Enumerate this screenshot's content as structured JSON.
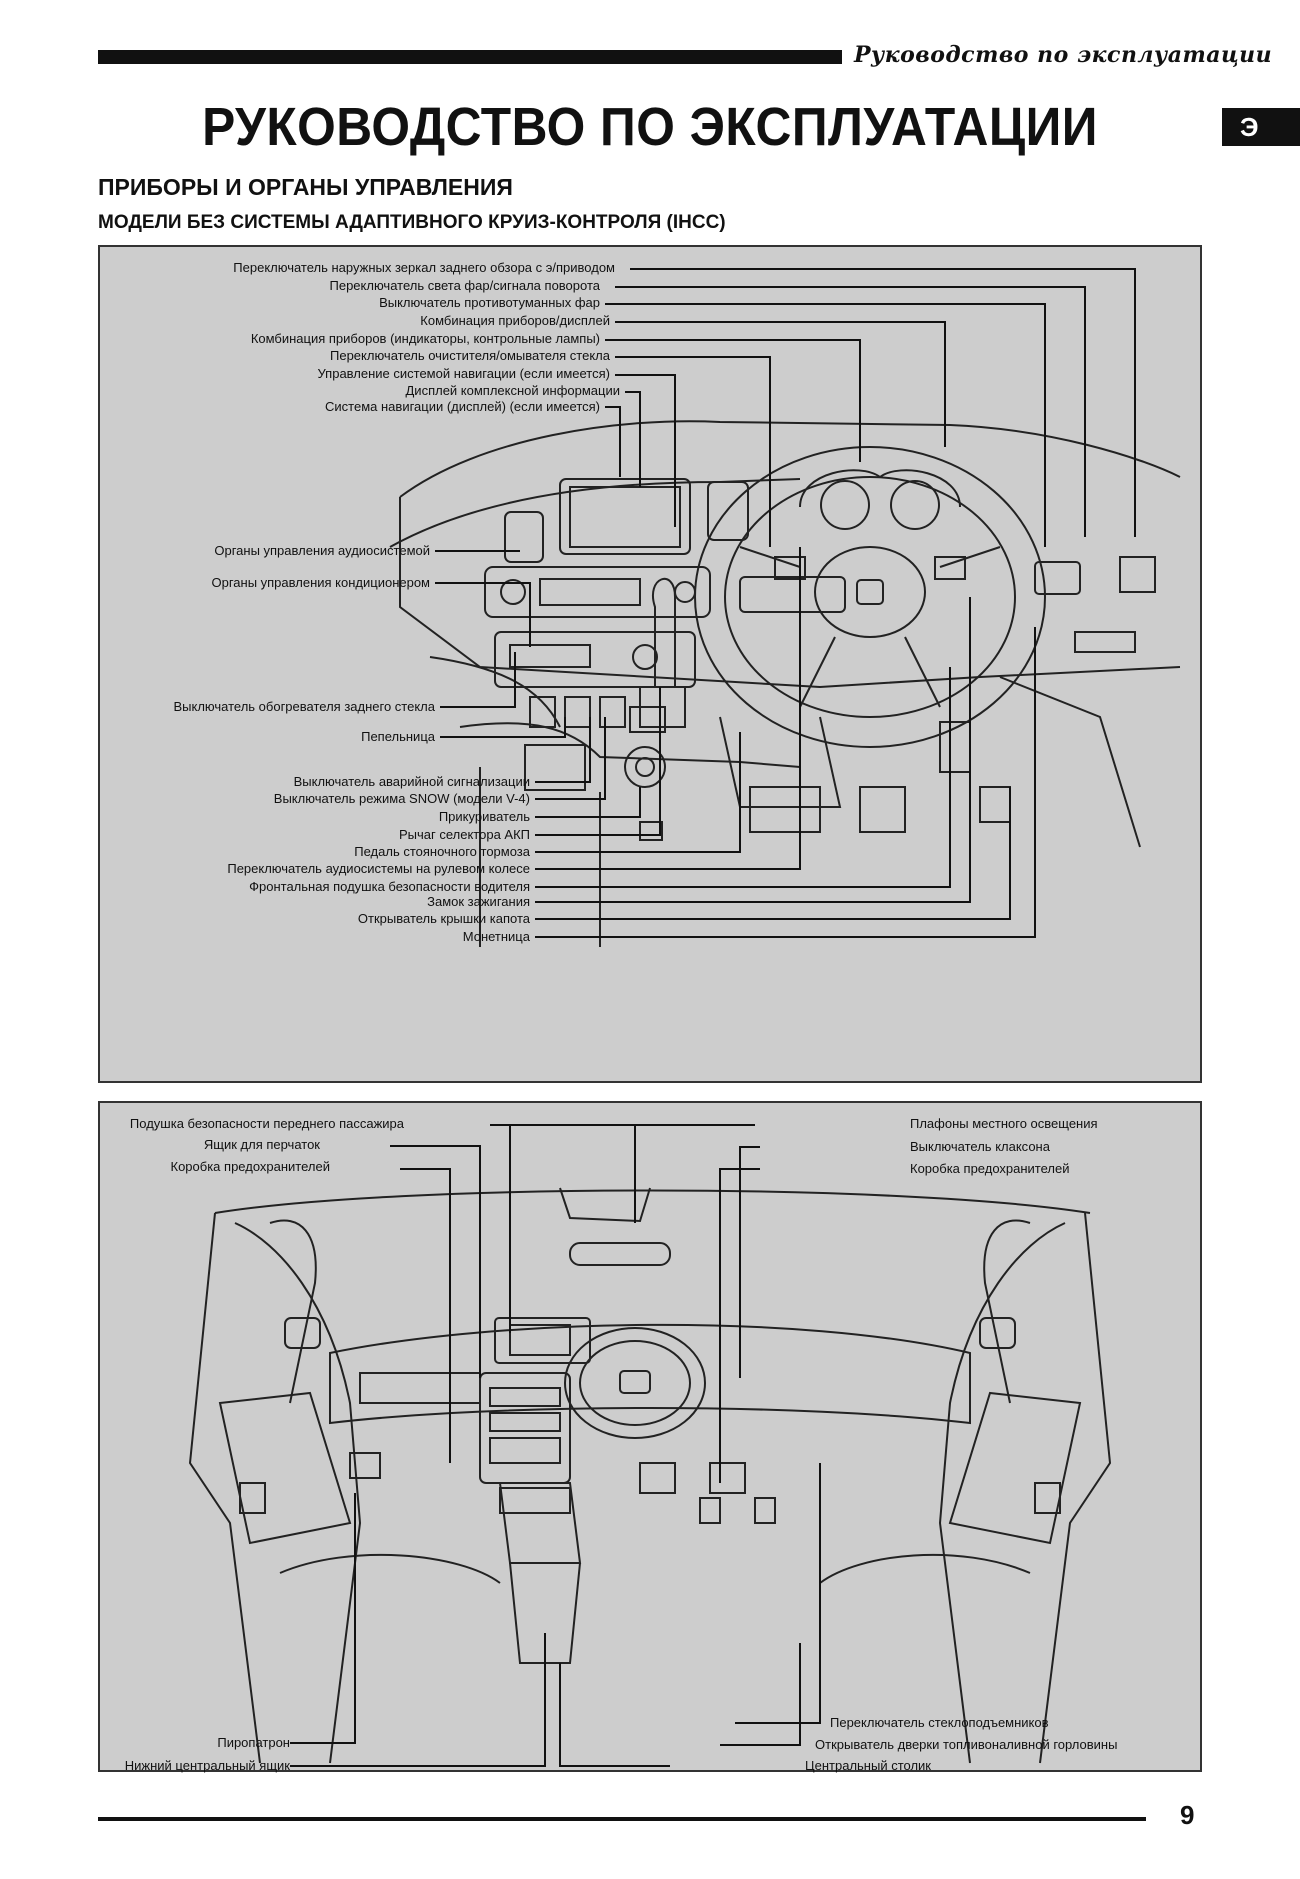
{
  "header": {
    "running_title": "Руководство по эксплуатации",
    "title": "РУКОВОДСТВО ПО ЭКСПЛУАТАЦИИ",
    "section_tab": "Э"
  },
  "section": {
    "heading": "ПРИБОРЫ И ОРГАНЫ УПРАВЛЕНИЯ",
    "subheading": "МОДЕЛИ БЕЗ СИСТЕМЫ АДАПТИВНОГО КРУИЗ-КОНТРОЛЯ (IHCC)"
  },
  "diagram1": {
    "labels_top": [
      "Переключатель наружных зеркал заднего обзора с э/приводом",
      "Переключатель света фар/сигнала поворота",
      "Выключатель противотуманных фар",
      "Комбинация приборов/дисплей",
      "Комбинация приборов (индикаторы, контрольные лампы)",
      "Переключатель очистителя/омывателя стекла",
      "Управление системой навигации (если имеется)",
      "Дисплей комплексной информации",
      "Система навигации (дисплей) (если имеется)"
    ],
    "labels_mid": [
      "Органы управления аудиосистемой",
      "Органы управления кондиционером",
      "Выключатель обогревателя заднего стекла",
      "Пепельница"
    ],
    "labels_bottom": [
      "Выключатель аварийной сигнализации",
      "Выключатель режима SNOW (модели V-4)",
      "Прикуриватель",
      "Рычаг селектора АКП",
      "Педаль стояночного тормоза",
      "Переключатель аудиосистемы на рулевом колесе",
      "Фронтальная подушка безопасности водителя",
      "Замок зажигания",
      "Открыватель крышки капота",
      "Монетница"
    ]
  },
  "diagram2": {
    "labels_left": [
      "Подушка безопасности переднего пассажира",
      "Ящик для перчаток",
      "Коробка предохранителей"
    ],
    "labels_right": [
      "Плафоны местного освещения",
      "Выключатель клаксона",
      "Коробка предохранителей"
    ],
    "labels_bottom_left": [
      "Пиропатрон",
      "Нижний центральный ящик"
    ],
    "labels_bottom_right": [
      "Переключатель стеклоподъемников",
      "Открыватель дверки топливоналивной горловины",
      "Центральный столик"
    ]
  },
  "footer": {
    "page_number": "9"
  }
}
